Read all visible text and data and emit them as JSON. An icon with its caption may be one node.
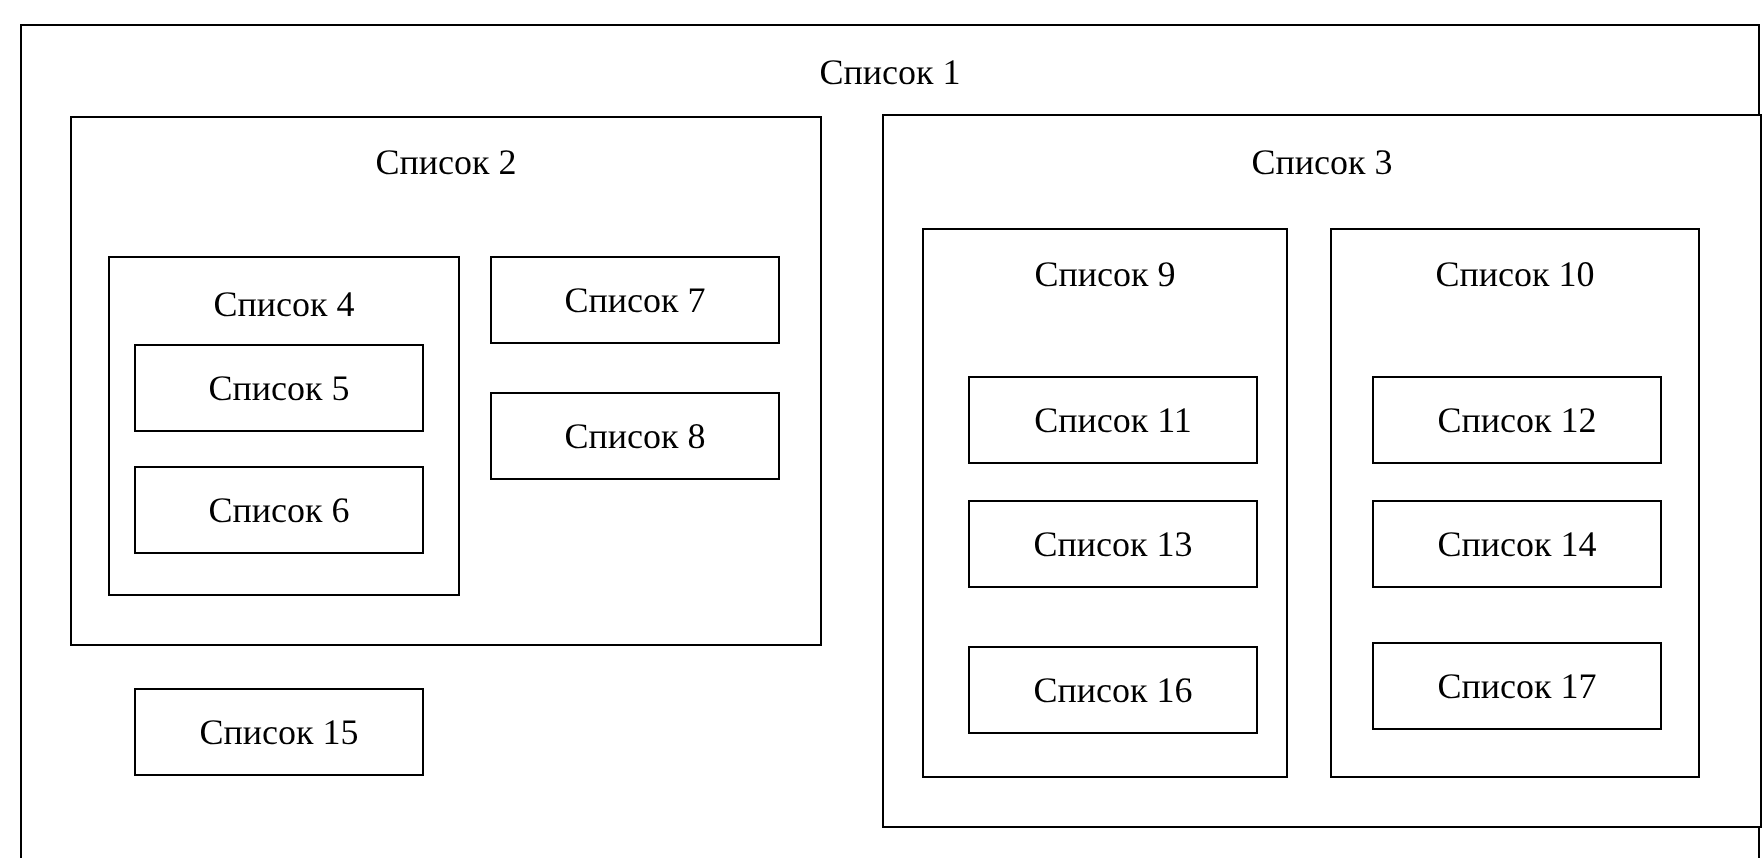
{
  "diagram": {
    "nodes": [
      {
        "text": [
          "Список 1"
        ]
      },
      {
        "text": [
          "Список 2"
        ],
        "in": 0
      },
      {
        "text": [
          "Список 4"
        ],
        "in": 1
      },
      {
        "text": [
          "Список 5"
        ],
        "in": 2
      },
      {
        "text": [
          "Список 6"
        ],
        "in": 2
      },
      {
        "text": [
          "Список 7"
        ],
        "in": 1
      },
      {
        "text": [
          "Список 8"
        ],
        "in": 1
      },
      {
        "text": [
          "Список 15"
        ],
        "in": 0
      },
      {
        "text": [
          "Список 3"
        ],
        "in": 0
      },
      {
        "text": [
          "Список 9"
        ],
        "in": 8
      },
      {
        "text": [
          "Список 11"
        ],
        "in": 9
      },
      {
        "text": [
          "Список 13"
        ],
        "in": 9
      },
      {
        "text": [
          "Список 16"
        ],
        "in": 9
      },
      {
        "text": [
          "Список 10"
        ],
        "in": 8
      },
      {
        "text": [
          "Список 12"
        ],
        "in": 13
      },
      {
        "text": [
          "Список 14"
        ],
        "in": 13
      },
      {
        "text": [
          "Список 17"
        ],
        "in": 13
      }
    ],
    "edges": []
  }
}
